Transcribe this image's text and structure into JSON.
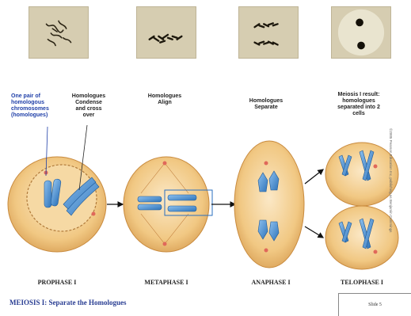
{
  "captions": {
    "homologous_pair": "One pair of\nhomologous\nchromosomes\n(homologues)",
    "condense": "Homologues\nCondense\nand cross\nover",
    "align": "Homologues\nAlign",
    "separate": "Homologues\nSeparate",
    "result": "Meiosis I result:\nhomologues\nseparated into 2\ncells"
  },
  "stages": [
    "PROPHASE I",
    "METAPHASE I",
    "ANAPHASE I",
    "TELOPHASE I"
  ],
  "title": "MEIOSIS I: Separate the Homologues",
  "slide_label": "Slide 5",
  "copyright": "©2005 Pearson Education Inc, publishing as Benjamin Cummings",
  "colors": {
    "cell_fill": "#f1c883",
    "cell_edge": "#d79a45",
    "chromosome": "#4a8fd0",
    "caption_blue": "#1f3fa8",
    "title_blue": "#2a3e93"
  }
}
